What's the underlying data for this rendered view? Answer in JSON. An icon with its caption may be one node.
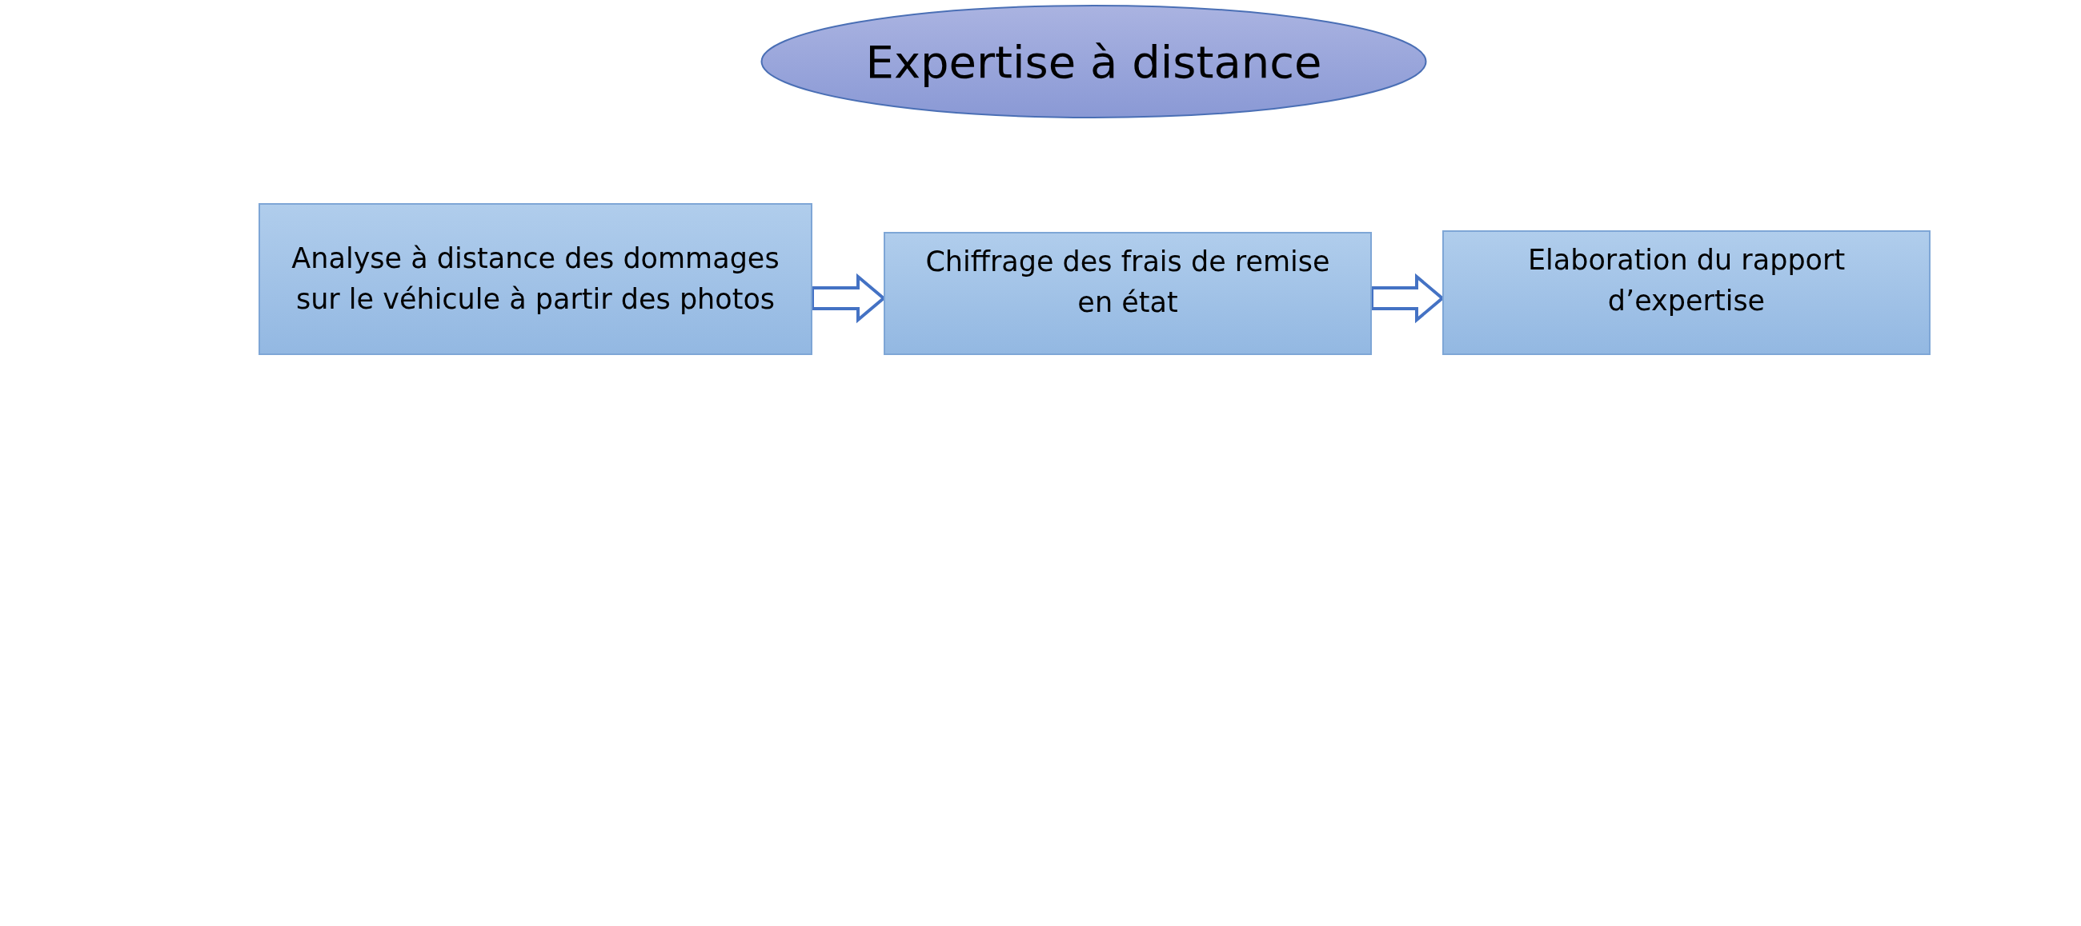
{
  "diagram": {
    "nodes": [
      {
        "text": [
          "Expertise à distance"
        ]
      },
      {
        "text": [
          "Analyse à distance des dommages sur le véhicule à partir des photos"
        ]
      },
      {
        "text": [
          "Chiffrage des frais de remise en état"
        ]
      },
      {
        "text": [
          "Elaboration du rapport d’expertise"
        ]
      }
    ],
    "edges": [
      {
        "from": 1,
        "to": 2,
        "arrow": "to"
      },
      {
        "from": 2,
        "to": 3,
        "arrow": "to"
      }
    ]
  }
}
